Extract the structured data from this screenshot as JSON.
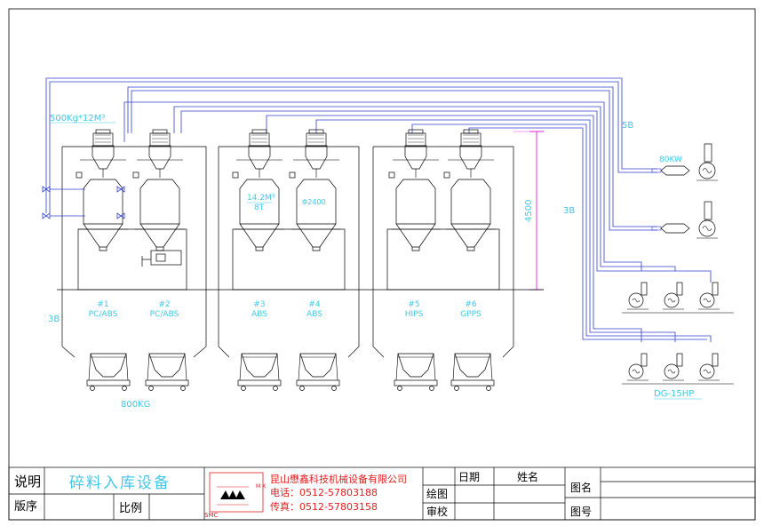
{
  "diagram": {
    "label_pipe_top": "500Kg*12M³",
    "label_5b": "5B",
    "label_3b_right": "3B",
    "label_3b_left": "3B",
    "label_height": "4500",
    "label_blower_power": "80KW",
    "label_storage_tag": "14.2M³",
    "label_storage_tag2": "8T",
    "label_dim_small": "Φ2400",
    "label_hopper_weight": "800KG",
    "label_pump_group": "DG-15HP",
    "silos": [
      {
        "no": "#1",
        "material": "PC/ABS"
      },
      {
        "no": "#2",
        "material": "PC/ABS"
      },
      {
        "no": "#3",
        "material": "ABS"
      },
      {
        "no": "#4",
        "material": "ABS"
      },
      {
        "no": "#5",
        "material": "HIPS"
      },
      {
        "no": "#6",
        "material": "GPPS"
      }
    ]
  },
  "title_block": {
    "desc_label": "说明",
    "title": "碎料入库设备",
    "version_label": "版序",
    "scale_label": "比例",
    "company": "昆山懋鑫科技机械设备有限公司",
    "phone": "电话：0512-57803188",
    "fax": "传真：0512-57803158",
    "logo_text_small": "SMC",
    "logo_text_mx": "M X",
    "date_label": "日期",
    "name_label": "姓名",
    "drawing_label": "绘图",
    "review_label": "审校",
    "figure_name_label": "图名",
    "figure_no_label": "图号"
  },
  "colors": {
    "line": "#000000",
    "cyan": "#40c8e8",
    "pipe": "#3040d0",
    "magenta": "#e000e0",
    "red": "#e02020"
  }
}
